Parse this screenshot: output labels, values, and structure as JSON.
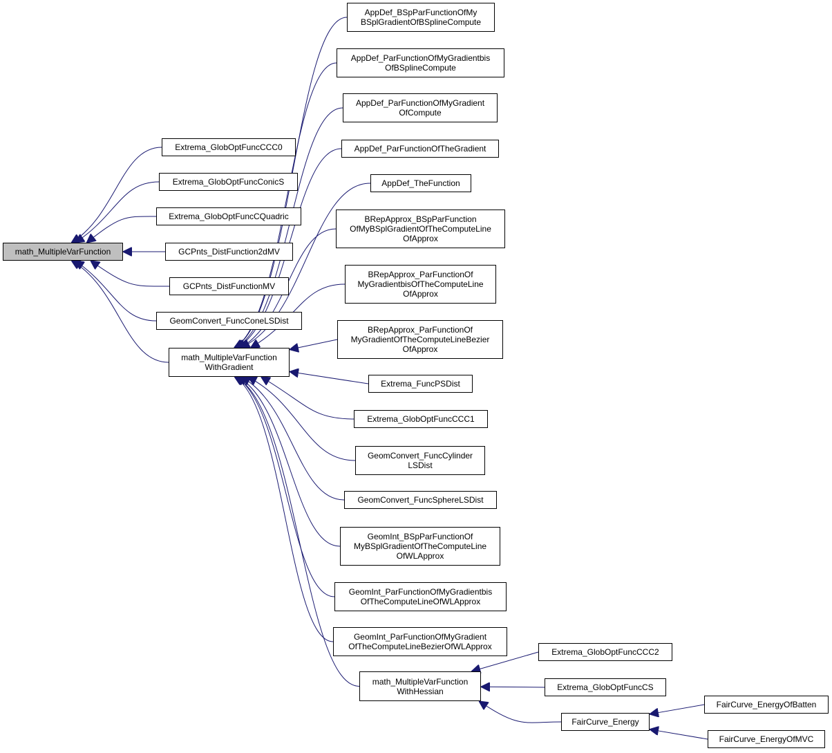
{
  "diagram": {
    "type": "class-inheritance-graph",
    "colors": {
      "edge": "#191970",
      "root_fill": "#bfbfbf",
      "node_fill": "#ffffff",
      "border": "#000000"
    },
    "nodes": {
      "mvf": {
        "label": "math_MultipleVarFunction",
        "root": true
      },
      "gocc0": {
        "label": "Extrema_GlobOptFuncCCC0"
      },
      "gocs": {
        "label": "Extrema_GlobOptFuncConicS"
      },
      "gocq": {
        "label": "Extrema_GlobOptFuncCQuadric"
      },
      "gcp2d": {
        "label": "GCPnts_DistFunction2dMV"
      },
      "gcpmv": {
        "label": "GCPnts_DistFunctionMV"
      },
      "gcfc": {
        "label": "GeomConvert_FuncConeLSDist"
      },
      "mvfg": {
        "label": "math_MultipleVarFunction\nWithGradient"
      },
      "ad1": {
        "label": "AppDef_BSpParFunctionOfMy\nBSplGradientOfBSplineCompute"
      },
      "ad2": {
        "label": "AppDef_ParFunctionOfMyGradientbis\nOfBSplineCompute"
      },
      "ad3": {
        "label": "AppDef_ParFunctionOfMyGradient\nOfCompute"
      },
      "ad4": {
        "label": "AppDef_ParFunctionOfTheGradient"
      },
      "ad5": {
        "label": "AppDef_TheFunction"
      },
      "br1": {
        "label": "BRepApprox_BSpParFunction\nOfMyBSplGradientOfTheComputeLine\nOfApprox"
      },
      "br2": {
        "label": "BRepApprox_ParFunctionOf\nMyGradientbisOfTheComputeLine\nOfApprox"
      },
      "br3": {
        "label": "BRepApprox_ParFunctionOf\nMyGradientOfTheComputeLineBezier\nOfApprox"
      },
      "exps": {
        "label": "Extrema_FuncPSDist"
      },
      "gocc1": {
        "label": "Extrema_GlobOptFuncCCC1"
      },
      "gcfcy": {
        "label": "GeomConvert_FuncCylinder\nLSDist"
      },
      "gcfs": {
        "label": "GeomConvert_FuncSphereLSDist"
      },
      "gi1": {
        "label": "GeomInt_BSpParFunctionOf\nMyBSplGradientOfTheComputeLine\nOfWLApprox"
      },
      "gi2": {
        "label": "GeomInt_ParFunctionOfMyGradientbis\nOfTheComputeLineOfWLApprox"
      },
      "gi3": {
        "label": "GeomInt_ParFunctionOfMyGradient\nOfTheComputeLineBezierOfWLApprox"
      },
      "mvfh": {
        "label": "math_MultipleVarFunction\nWithHessian"
      },
      "gocc2": {
        "label": "Extrema_GlobOptFuncCCC2"
      },
      "gocs2": {
        "label": "Extrema_GlobOptFuncCS"
      },
      "fce": {
        "label": "FairCurve_Energy"
      },
      "fceb": {
        "label": "FairCurve_EnergyOfBatten"
      },
      "fcem": {
        "label": "FairCurve_EnergyOfMVC"
      }
    },
    "edges": [
      [
        "gocc0",
        "mvf"
      ],
      [
        "gocs",
        "mvf"
      ],
      [
        "gocq",
        "mvf"
      ],
      [
        "gcp2d",
        "mvf"
      ],
      [
        "gcpmv",
        "mvf"
      ],
      [
        "gcfc",
        "mvf"
      ],
      [
        "mvfg",
        "mvf"
      ],
      [
        "ad1",
        "mvfg"
      ],
      [
        "ad2",
        "mvfg"
      ],
      [
        "ad3",
        "mvfg"
      ],
      [
        "ad4",
        "mvfg"
      ],
      [
        "ad5",
        "mvfg"
      ],
      [
        "br1",
        "mvfg"
      ],
      [
        "br2",
        "mvfg"
      ],
      [
        "br3",
        "mvfg"
      ],
      [
        "exps",
        "mvfg"
      ],
      [
        "gocc1",
        "mvfg"
      ],
      [
        "gcfcy",
        "mvfg"
      ],
      [
        "gcfs",
        "mvfg"
      ],
      [
        "gi1",
        "mvfg"
      ],
      [
        "gi2",
        "mvfg"
      ],
      [
        "gi3",
        "mvfg"
      ],
      [
        "mvfh",
        "mvfg"
      ],
      [
        "gocc2",
        "mvfh"
      ],
      [
        "gocs2",
        "mvfh"
      ],
      [
        "fce",
        "mvfh"
      ],
      [
        "fceb",
        "fce"
      ],
      [
        "fcem",
        "fce"
      ]
    ]
  }
}
